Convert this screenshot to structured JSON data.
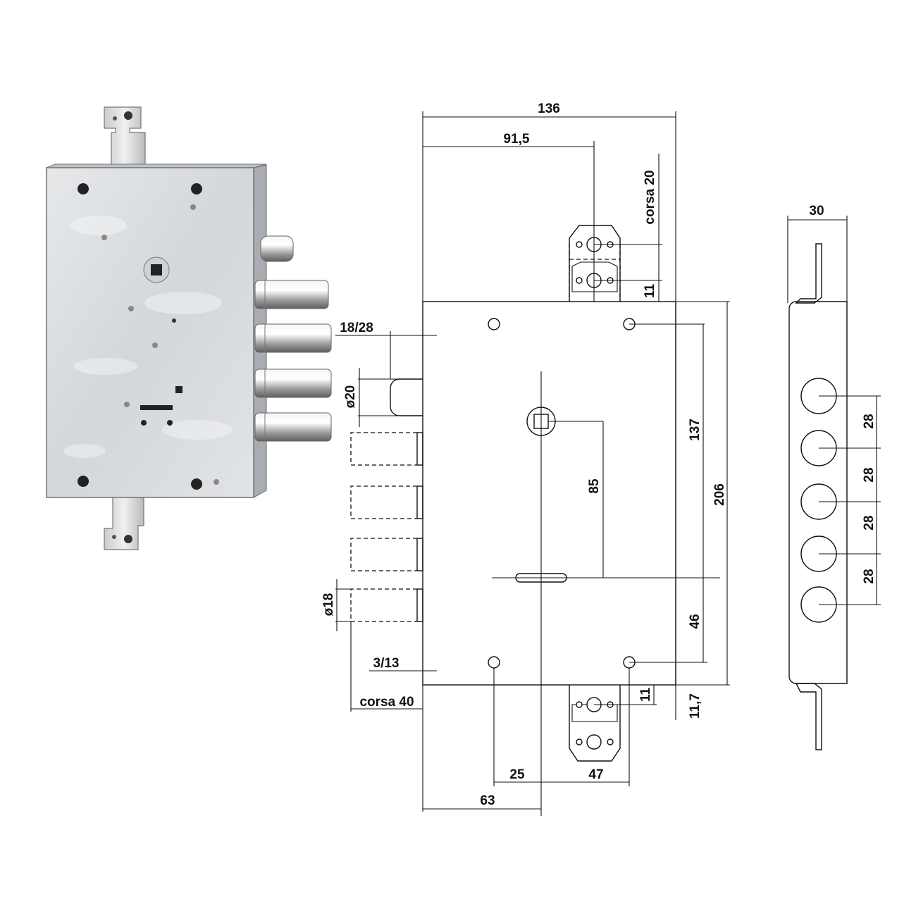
{
  "dimensions": {
    "overall_width": "136",
    "spindle_offset": "91,5",
    "top_bolt_travel": "corsa 20",
    "top_plate_offset": "11",
    "backset_range": "18/28",
    "bolt_diameter": "ø20",
    "deadbolt_diameter": "ø18",
    "bolt_projection": "3/13",
    "bottom_bolt_travel": "corsa 40",
    "hole_spacing_137": "137",
    "center_distance": "85",
    "total_height": "206",
    "lower_offset": "46",
    "bottom_plate_offset": "11",
    "bottom_edge": "11,7",
    "dim_25": "25",
    "dim_47": "47",
    "dim_63": "63",
    "case_depth": "30",
    "bolt_pitch_1": "28",
    "bolt_pitch_2": "28",
    "bolt_pitch_3": "28",
    "bolt_pitch_4": "28"
  }
}
